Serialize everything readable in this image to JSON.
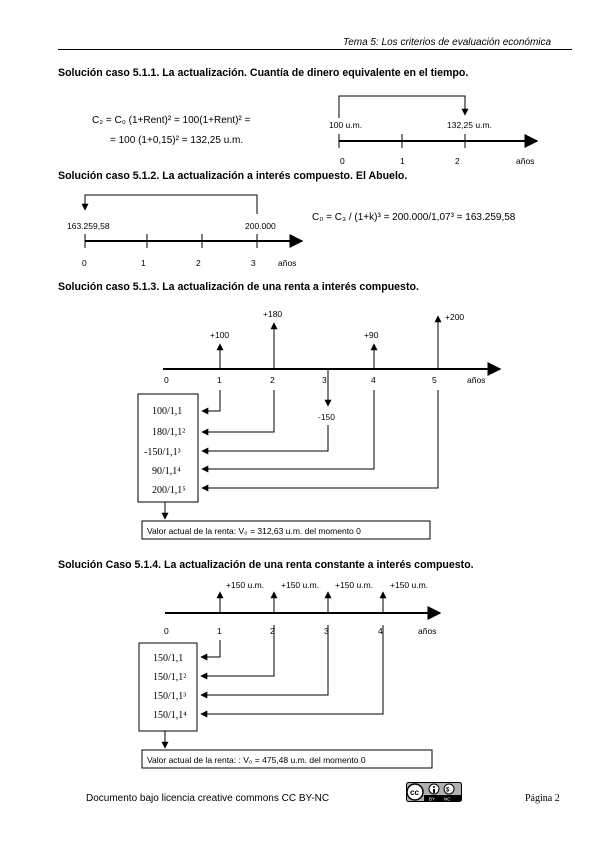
{
  "header": {
    "topic": "Tema 5: Los criterios de evaluación económica"
  },
  "headings": {
    "case1": "Solución caso 5.1.1. La actualización. Cuantía de dinero equivalente en el tiempo.",
    "case2": "Solución caso 5.1.2. La actualización a interés compuesto. El Abuelo.",
    "case3": "Solución caso 5.1.3. La actualización de una renta a interés compuesto.",
    "case4": "Solución Caso 5.1.4. La actualización de una renta constante a interés compuesto."
  },
  "case1": {
    "formula_line1": "C₂ = C₀ (1+Rent)² = 100(1+Rent)² =",
    "formula_line2": "= 100 (1+0,15)² =  132,25 u.m.",
    "start_label": "100 u.m.",
    "end_label": "132,25 u.m.",
    "ticks": [
      "0",
      "1",
      "2"
    ],
    "axis_label": "años"
  },
  "case2": {
    "start_label": "163.259,58",
    "end_label": "200.000",
    "formula": "C₀ = C₃ / (1+k)³ =  200.000/1,07³ = 163.259,58",
    "ticks": [
      "0",
      "1",
      "2",
      "3"
    ],
    "axis_label": "años"
  },
  "case3": {
    "ticks": [
      "0",
      "1",
      "2",
      "3",
      "4",
      "5"
    ],
    "axis_label": "años",
    "flows": [
      "+100",
      "+180",
      "-150",
      "+90",
      "+200"
    ],
    "discounts": [
      "100/1,1",
      "180/1,1²",
      "-150/1,1³",
      "90/1,1⁴",
      "200/1,1⁵"
    ],
    "result": "Valor actual de la renta: V₀ = 312,63  u.m. del momento 0"
  },
  "case4": {
    "ticks": [
      "0",
      "1",
      "2",
      "3",
      "4"
    ],
    "axis_label": "años",
    "flows": [
      "+150 u.m.",
      "+150 u.m.",
      "+150 u.m.",
      "+150 u.m."
    ],
    "discounts": [
      "150/1,1",
      "150/1,1²",
      "150/1,1³",
      "150/1,1⁴"
    ],
    "result": "Valor actual de la renta: : V₀ = 475,48  u.m. del momento 0"
  },
  "footer": {
    "license": "Documento bajo licencia creative commons CC BY-NC",
    "page": "Página 2",
    "badge_text": "cc",
    "badge_by": "BY",
    "badge_nc": "NC"
  }
}
